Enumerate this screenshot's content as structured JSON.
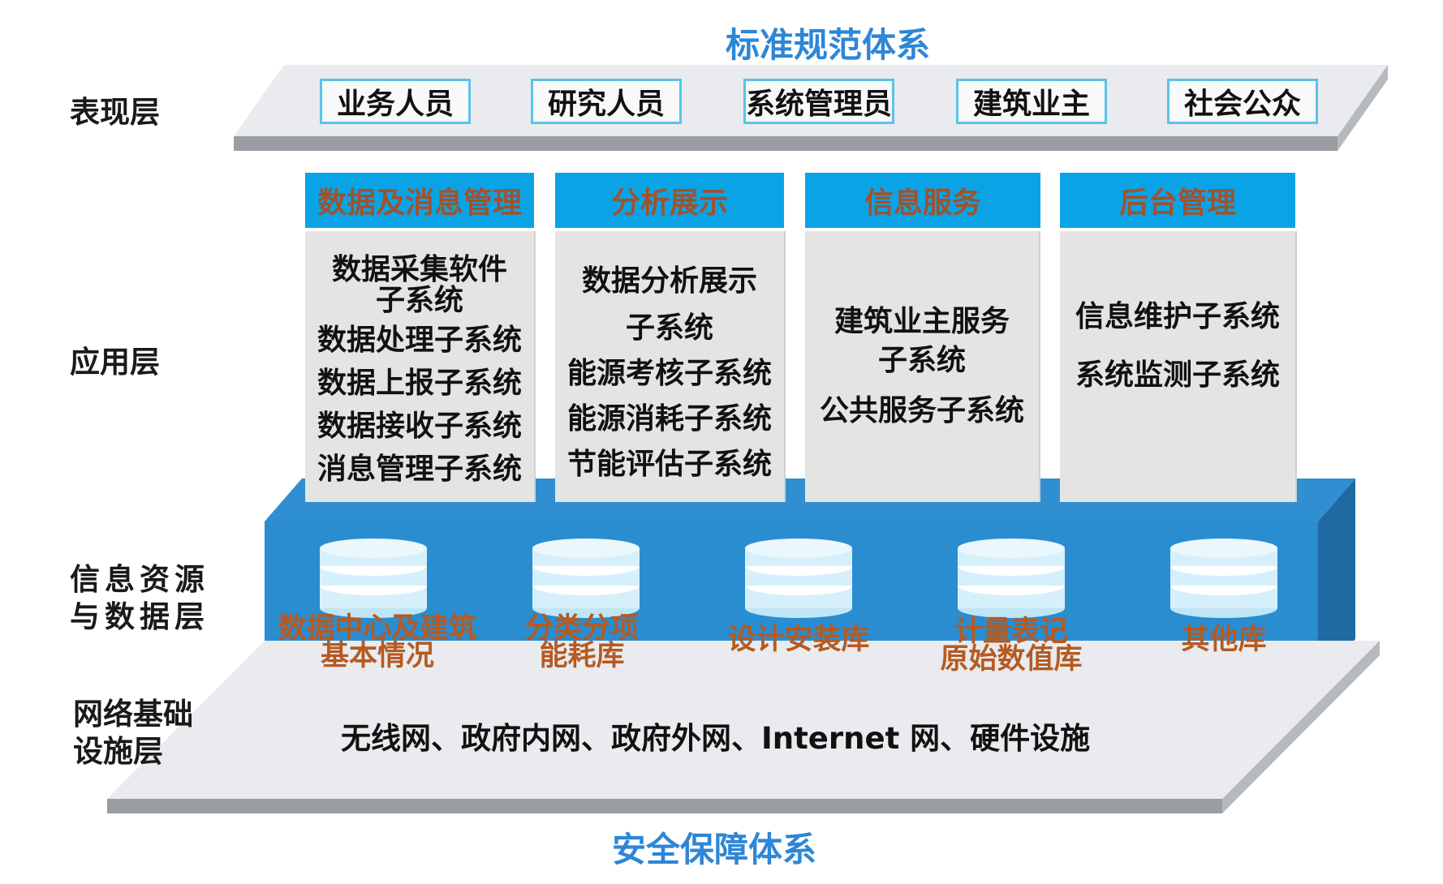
{
  "top_system": "标准规范体系",
  "bottom_system": "安全保障体系",
  "layers": {
    "presentation": "表现层",
    "application": "应用层",
    "info_data": [
      "信息资源",
      "与数据层"
    ],
    "network": [
      "网络基础",
      "设施层"
    ]
  },
  "roles": [
    "业务人员",
    "研究人员",
    "系统管理员",
    "建筑业主",
    "社会公众"
  ],
  "app_modules": [
    {
      "title": "数据及消息管理",
      "items": [
        "数据采集软件",
        "子系统",
        "数据处理子系统",
        "数据上报子系统",
        "数据接收子系统",
        "消息管理子系统"
      ]
    },
    {
      "title": "分析展示",
      "items": [
        "数据分析展示",
        "子系统",
        "能源考核子系统",
        "能源消耗子系统",
        "节能评估子系统"
      ]
    },
    {
      "title": "信息服务",
      "items": [
        "建筑业主服务",
        "子系统",
        "公共服务子系统"
      ]
    },
    {
      "title": "后台管理",
      "items": [
        "信息维护子系统",
        "系统监测子系统"
      ]
    }
  ],
  "databases": [
    [
      "数据中心及建筑",
      "基本情况"
    ],
    [
      "分类分项",
      "能耗库"
    ],
    [
      "设计安装库"
    ],
    [
      "计量表记",
      "原始数值库"
    ],
    [
      "其他库"
    ]
  ],
  "network_text": "无线网、政府内网、政府外网、Internet 网、硬件设施",
  "colors": {
    "title_blue": "#2e86d6",
    "module_header": "#0aa4e6",
    "module_title_text": "#a0522d",
    "data_layer": "#2a8dcf",
    "db_label": "#b55a22",
    "role_border": "#5ac3e8",
    "platform": "#e9ebee"
  }
}
